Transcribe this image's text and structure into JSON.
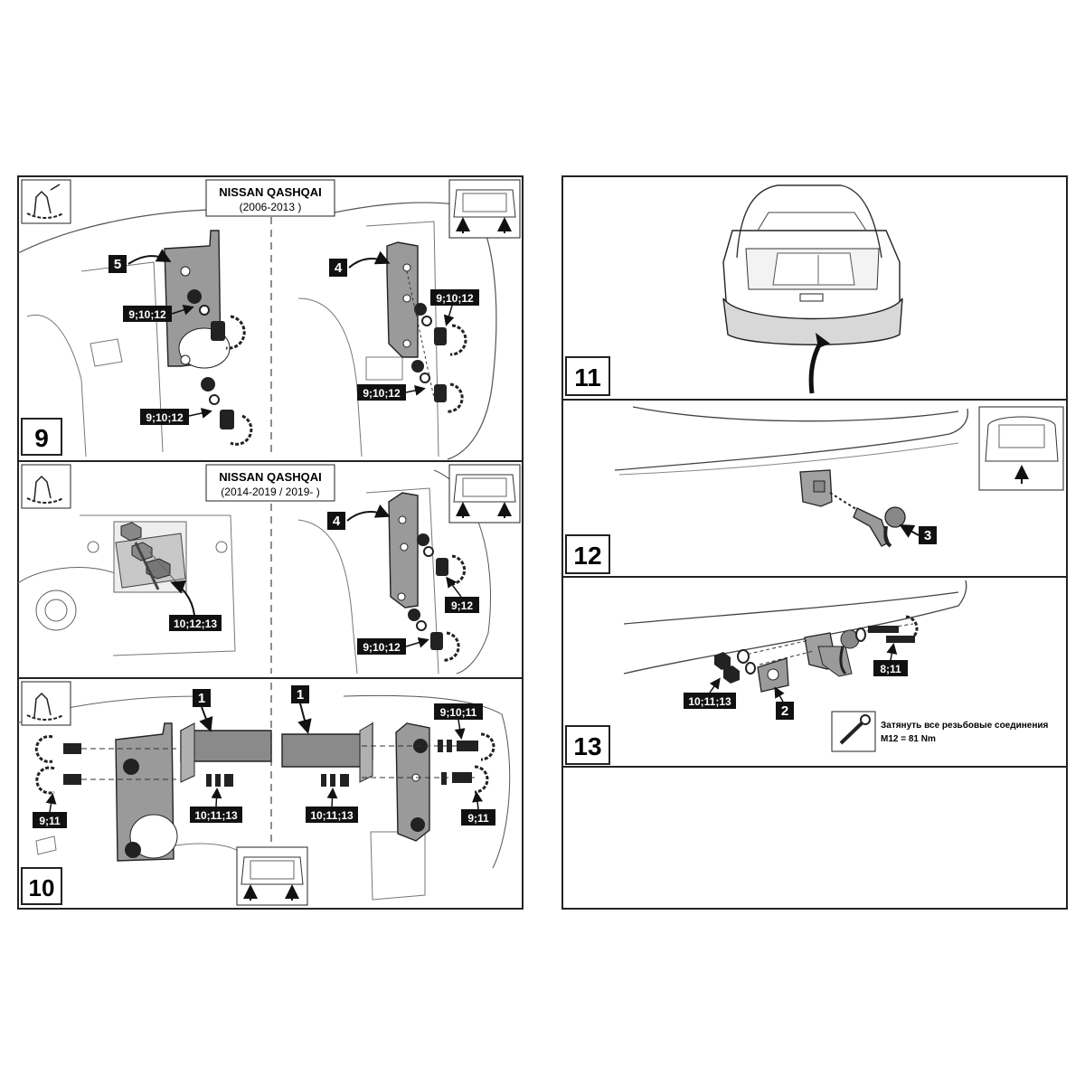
{
  "panels": {
    "p9": {
      "step": "9",
      "car_title": "NISSAN QASHQAI",
      "car_years": "(2006-2013 )",
      "parts": {
        "left_bracket": "5",
        "right_bracket": "4"
      },
      "bolt_labels": [
        "9;10;12",
        "9;10;12",
        "9;10;12",
        "9;10;12"
      ]
    },
    "p9b": {
      "car_title": "NISSAN QASHQAI",
      "car_years": "(2014-2019 / 2019- )",
      "parts": {
        "right_bracket": "4"
      },
      "bolt_labels": [
        "10;12;13",
        "9;12",
        "9;10;12"
      ]
    },
    "p10": {
      "step": "10",
      "parts": {
        "crossbar_left": "1",
        "crossbar_right": "1"
      },
      "bolt_labels": [
        "9;11",
        "10;11;13",
        "10;11;13",
        "9;10;11",
        "9;11"
      ]
    },
    "p11": {
      "step": "11"
    },
    "p12": {
      "step": "12",
      "parts": {
        "towbar": "3"
      }
    },
    "p13": {
      "step": "13",
      "parts": {
        "socket_plate": "2"
      },
      "bolt_labels": [
        "10;11;13",
        "8;11"
      ],
      "note_line1": "Затянуть все резьбовые соединения",
      "note_line2": "M12 = 81 Nm"
    }
  },
  "colors": {
    "line": "#1a1a1a",
    "metal": "#9a9a9a",
    "metal_dark": "#6f6f6f",
    "label_bg": "#111111",
    "label_text": "#ffffff"
  },
  "icons": [
    "wrench-hand-icon",
    "car-rear-view-icon",
    "torque-wrench-icon"
  ]
}
